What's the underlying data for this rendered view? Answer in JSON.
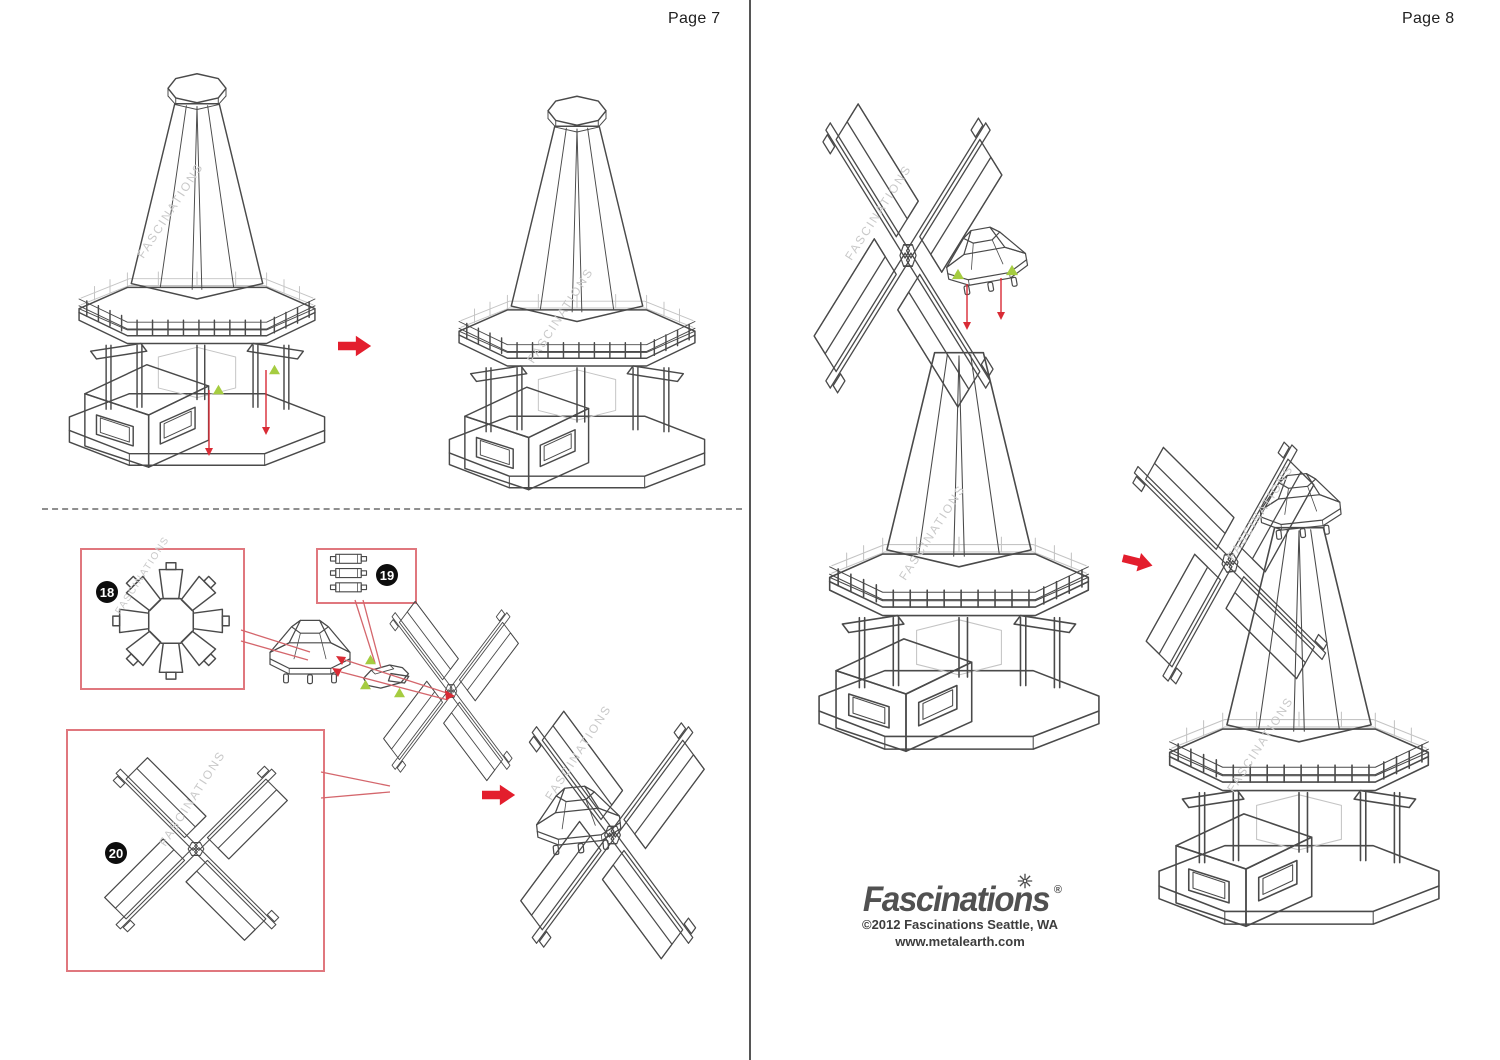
{
  "pages": {
    "left": {
      "label": "Page 7"
    },
    "right": {
      "label": "Page 8"
    }
  },
  "steps": [
    {
      "number": "18"
    },
    {
      "number": "19"
    },
    {
      "number": "20"
    }
  ],
  "watermark": "FASCINATIONS",
  "logo": {
    "brand": "Fascinations",
    "registered": "®",
    "copyright": "©2012 Fascinations Seattle, WA",
    "website": "www.metalearth.com"
  },
  "icons": {
    "assembly_direction": "red-right-arrow",
    "insert_marker": "green-triangle",
    "step_badge": "black-circle-number"
  },
  "colors": {
    "accent_red": "#e31e2d",
    "marker_red": "#d92b35",
    "leader_red": "#d4666c",
    "callout_border_red": "#e0777e",
    "green_marker": "#a5cc40",
    "line_art": "#4a4a4a",
    "shade_gray": "#e4e4e4",
    "watermark_gray": "#c9c9c9",
    "divider_gray": "#565656"
  }
}
